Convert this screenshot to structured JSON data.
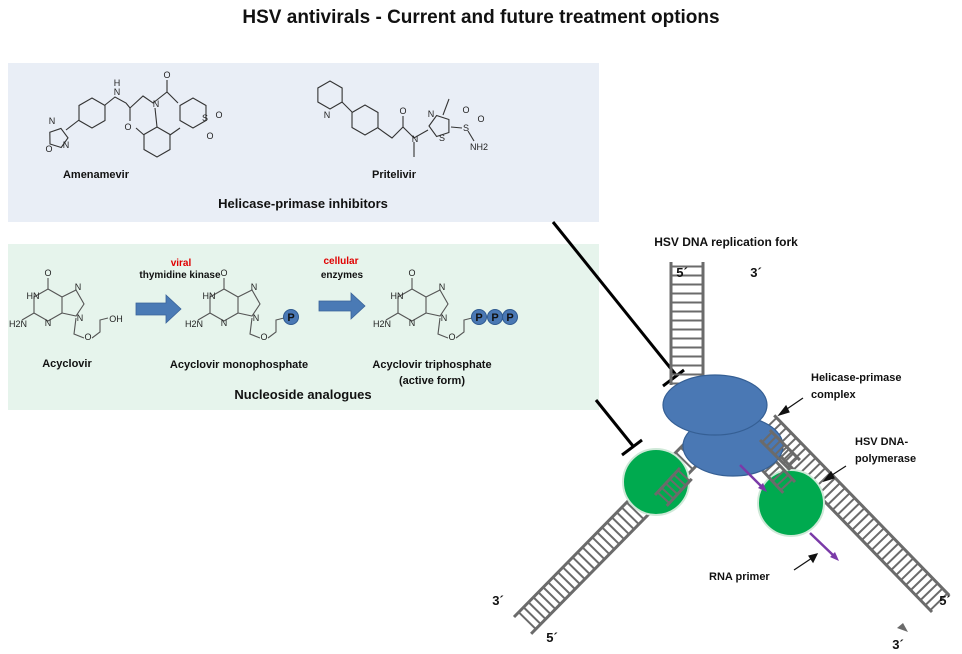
{
  "title": "HSV antivirals - Current and future treatment options",
  "helicase_panel": {
    "heading": "Helicase-primase inhibitors",
    "compounds": [
      "Amenamevir",
      "Pritelivir"
    ],
    "amenamevir_atoms": [
      "H",
      "N",
      "O",
      "N",
      "O",
      "S",
      "O",
      "O",
      "N",
      "N",
      "O"
    ],
    "pritelivir_atoms": [
      "N",
      "O",
      "N",
      "N",
      "S",
      "S",
      "O",
      "O",
      "NH2"
    ],
    "background": "#e9eef6"
  },
  "nucleoside_panel": {
    "heading": "Nucleoside analogues",
    "background": "#e6f4ec",
    "compounds": [
      "Acyclovir",
      "Acyclovir monophosphate",
      "Acyclovir triphosphate",
      "(active form)"
    ],
    "guanine_atoms": [
      "O",
      "HN",
      "N",
      "N",
      "N",
      "H2N",
      "O"
    ],
    "hydroxyl": "OH",
    "phosphate": "P",
    "step1": {
      "enzyme_origin": "viral",
      "enzyme": "thymidine kinase"
    },
    "step2": {
      "enzyme_origin": "cellular",
      "enzyme": "enzymes"
    },
    "arrow_color": "#4a7ab5",
    "highlight_color": "#e00000"
  },
  "fork": {
    "title": "HSV DNA replication fork",
    "top_left_end": "5´",
    "top_right_end": "3´",
    "left_outer_end": "3´",
    "left_inner_end": "5´",
    "right_outer_end": "5´",
    "right_inner_end": "3´",
    "helicase_label": [
      "Helicase-primase",
      "complex"
    ],
    "polymerase_label": [
      "HSV DNA-",
      "polymerase"
    ],
    "primer_label": "RNA primer",
    "helicase_color": "#4a78b4",
    "polymerase_color": "#00aa4f",
    "primer_color": "#7a3aa8",
    "strand_color": "#6b6b6b"
  }
}
